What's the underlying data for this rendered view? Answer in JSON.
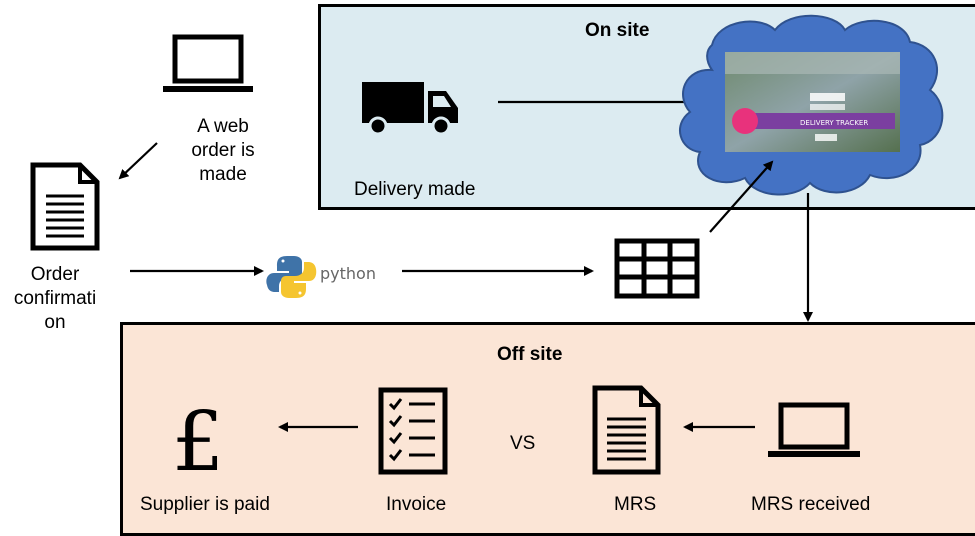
{
  "onsite": {
    "title": "On site",
    "delivery_label": "Delivery made"
  },
  "offsite": {
    "title": "Off site"
  },
  "left": {
    "web_order_lines": [
      "A web",
      "order is",
      "made"
    ],
    "order_conf_lines": [
      "Order",
      "confirmati",
      "on"
    ]
  },
  "flow": {
    "python_label": "python"
  },
  "bottom": {
    "supplier_paid": "Supplier is paid",
    "invoice": "Invoice",
    "vs": "VS",
    "mrs": "MRS",
    "mrs_received": "MRS received"
  },
  "screenshot": {
    "banner_text": "DELIVERY TRACKER"
  },
  "icons": [
    "laptop-icon",
    "document-icon",
    "truck-icon",
    "cloud-icon",
    "python-logo",
    "table-grid-icon",
    "pound-icon",
    "checklist-icon"
  ],
  "colors": {
    "onsite_bg": "#dcebf1",
    "offsite_bg": "#fbe5d6",
    "cloud": "#3f6fb8",
    "python_blue": "#3f73a8",
    "python_yellow": "#f5c530"
  }
}
